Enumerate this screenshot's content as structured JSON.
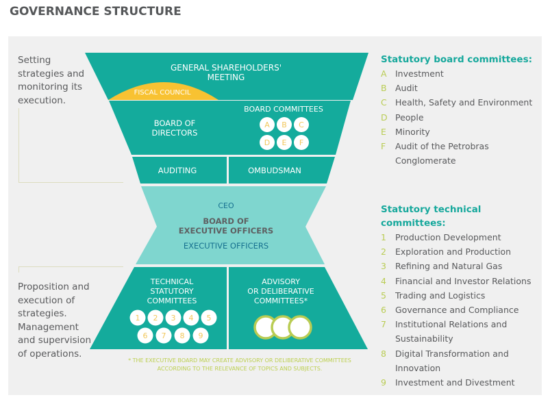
{
  "title": "GOVERNANCE STRUCTURE",
  "left_notes": {
    "top": "Setting strategies and monitoring its execution.",
    "bottom": "Proposition and execution of strategies. Management and supervision of operations."
  },
  "diagram": {
    "shareholders": [
      "GENERAL SHAREHOLDERS'",
      "MEETING"
    ],
    "fiscal_council": "FISCAL COUNCIL",
    "board_of_directors": [
      "BOARD OF",
      "DIRECTORS"
    ],
    "board_committees": {
      "label": "BOARD COMMITTEES",
      "keys": [
        "A",
        "B",
        "C",
        "D",
        "E",
        "F"
      ]
    },
    "auditing": "AUDITING",
    "ombudsman": "OMBUDSMAN",
    "ceo": "CEO",
    "board_exec": [
      "BOARD OF",
      "EXECUTIVE OFFICERS"
    ],
    "exec_officers": "EXECUTIVE OFFICERS",
    "technical": {
      "label": [
        "TECHNICAL",
        "STATUTORY",
        "COMMITTEES"
      ],
      "keys": [
        "1",
        "2",
        "3",
        "4",
        "5",
        "6",
        "7",
        "8",
        "9"
      ]
    },
    "advisory": {
      "label": [
        "ADVISORY",
        "OR DELIBERATIVE",
        "COMMITTEES*"
      ],
      "circle_count": 3
    },
    "colors": {
      "teal": "#14ab9c",
      "light_teal": "#7fd6cf",
      "yellow": "#f8c232",
      "lime": "#b9cc53",
      "circle_text": "#f2c75c",
      "dark_teal_text": "#16708f",
      "grey_text": "#5e6062"
    }
  },
  "footnote": [
    "* THE EXECUTIVE BOARD MAY CREATE ADVISORY OR DELIBERATIVE COMMITTEES",
    "ACCORDING TO THE RELEVANCE OF TOPICS AND SUBJECTS."
  ],
  "legend_board": {
    "heading": "Statutory board committees:",
    "items": [
      {
        "key": "A",
        "text": "Investment"
      },
      {
        "key": "B",
        "text": "Audit"
      },
      {
        "key": "C",
        "text": "Health, Safety and Environment"
      },
      {
        "key": "D",
        "text": "People"
      },
      {
        "key": "E",
        "text": "Minority"
      },
      {
        "key": "F",
        "text": "Audit of the Petrobras Conglomerate"
      }
    ]
  },
  "legend_technical": {
    "heading": "Statutory technical committees:",
    "items": [
      {
        "key": "1",
        "text": "Production Development"
      },
      {
        "key": "2",
        "text": "Exploration and Production"
      },
      {
        "key": "3",
        "text": "Refining and Natural Gas"
      },
      {
        "key": "4",
        "text": "Financial and Investor Relations"
      },
      {
        "key": "5",
        "text": "Trading and Logistics"
      },
      {
        "key": "6",
        "text": "Governance and Compliance"
      },
      {
        "key": "7",
        "text": "Institutional Relations and Sustainability"
      },
      {
        "key": "8",
        "text": "Digital Transformation and Innovation"
      },
      {
        "key": "9",
        "text": "Investment and Divestment"
      }
    ]
  }
}
